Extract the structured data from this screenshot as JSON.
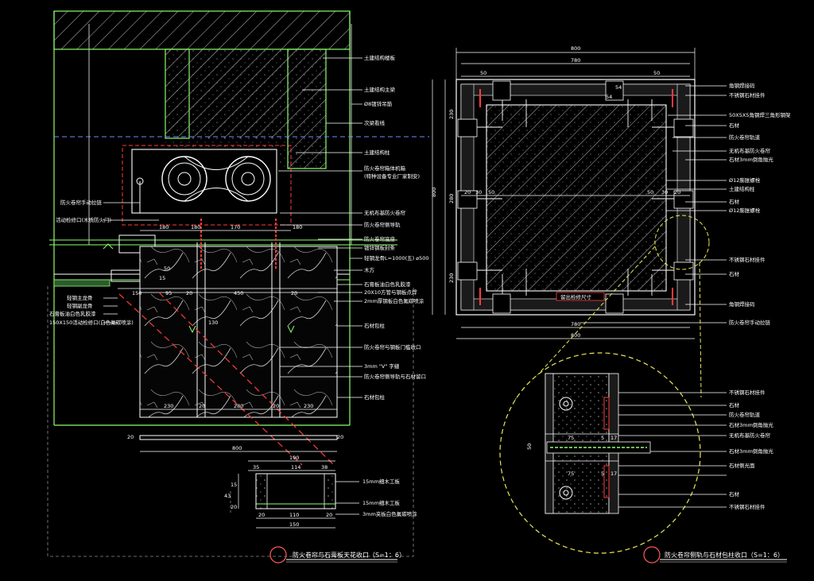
{
  "colors": {
    "background": "#000000",
    "outline": "#8cff6e",
    "dimension": "#ffffff",
    "leader": "#ffffff",
    "hatch": "#c9c9c9",
    "section_red": "#ff3b3b",
    "steel": "#bfbfbf",
    "dashed_grey": "#8a8a8a"
  },
  "left_detail": {
    "title": "防火卷帘与石膏板天花收口（S=1：6）",
    "labels_right": [
      "土建结构楼板",
      "土建结构主梁",
      "Ø8镀锌吊筋",
      "次梁看线",
      "土建结构柱",
      "防火卷帘箱体机箱",
      "(特种设备专业厂家制安)",
      "无机布基防火卷帘",
      "防火卷帘侧导轨",
      "防火卷帘底座",
      "镀锌钢板封条",
      "轻钢龙骨L=1000(五) ⌀500",
      "木方",
      "石膏板油白色乳胶漆",
      "20X10方管与钢板点焊",
      "2mm厚钢板白色氟碳喷涂",
      "石材包柱",
      "防火卷帘与钢板门槛收口",
      "3mm \"V\" 字缝",
      "防火卷帘侧导轨与石材留口",
      "石材包柱"
    ],
    "labels_left": [
      "防火卷帘手动拉链",
      "活动检修口(木质防火门)",
      "轻钢主龙骨",
      "轻钢副龙骨",
      "石膏板油白色乳胶漆",
      "150X150活动检修口(白色氟碳喷涂)"
    ],
    "dims_top": [
      "180",
      "180",
      "170",
      "180"
    ],
    "dims_mid": [
      "150",
      "95",
      "20",
      "450",
      "20"
    ],
    "dims_bottom": [
      "230",
      "20",
      "280",
      "20",
      "230"
    ],
    "overall": "800",
    "small_dims": [
      "20",
      "50",
      "20",
      "15",
      "130"
    ],
    "sub": {
      "width": "190",
      "top": [
        "35",
        "114",
        "38"
      ],
      "bottom": [
        "20",
        "110",
        "20"
      ],
      "total": "150",
      "side": [
        "15",
        "43",
        "20"
      ],
      "labels": [
        "15mm细木工板",
        "15mm细木工板",
        "3mm夹板白色氟碳喷涂"
      ]
    }
  },
  "right_detail": {
    "title": "防火卷帘侧轨与石材包柱收口（S=1：6）",
    "dim_top_outer": "800",
    "dim_top_inner": "780",
    "dim_bottom_inner": "780",
    "dim_bottom_outer": "800",
    "dim_left": [
      "230",
      "280",
      "230"
    ],
    "dim_left_total": "800",
    "dims_inner_top": [
      "50",
      "54",
      "50",
      "54"
    ],
    "dims_inner_mid": [
      "20",
      "30",
      "50",
      "50",
      "30",
      "20"
    ],
    "labels_right": [
      "角钢焊接码",
      "不锈钢石材挂件",
      "50X5X5角钢焊三角形钢架",
      "石材",
      "防火卷帘轨道",
      "无机布基防火卷帘",
      "石材3mm倒角抛光",
      "Ø12膨胀螺栓",
      "土建结构柱",
      "石材",
      "Ø12膨胀螺栓",
      "不锈钢石材挂件",
      "石材",
      "角钢焊接码",
      "防火卷帘手动拉链"
    ],
    "inner_note": "留出检修尺寸",
    "zoom_labels": [
      "不锈钢石材挂件",
      "石材",
      "防火卷帘轨道",
      "石材3mm倒角抛光",
      "无机布基防火卷帘",
      "石材3mm倒角抛光",
      "石材侧光面",
      "石材",
      "不锈钢石材挂件"
    ],
    "zoom_dims": [
      "75",
      "5",
      "17",
      "75",
      "5",
      "17",
      "50"
    ]
  }
}
